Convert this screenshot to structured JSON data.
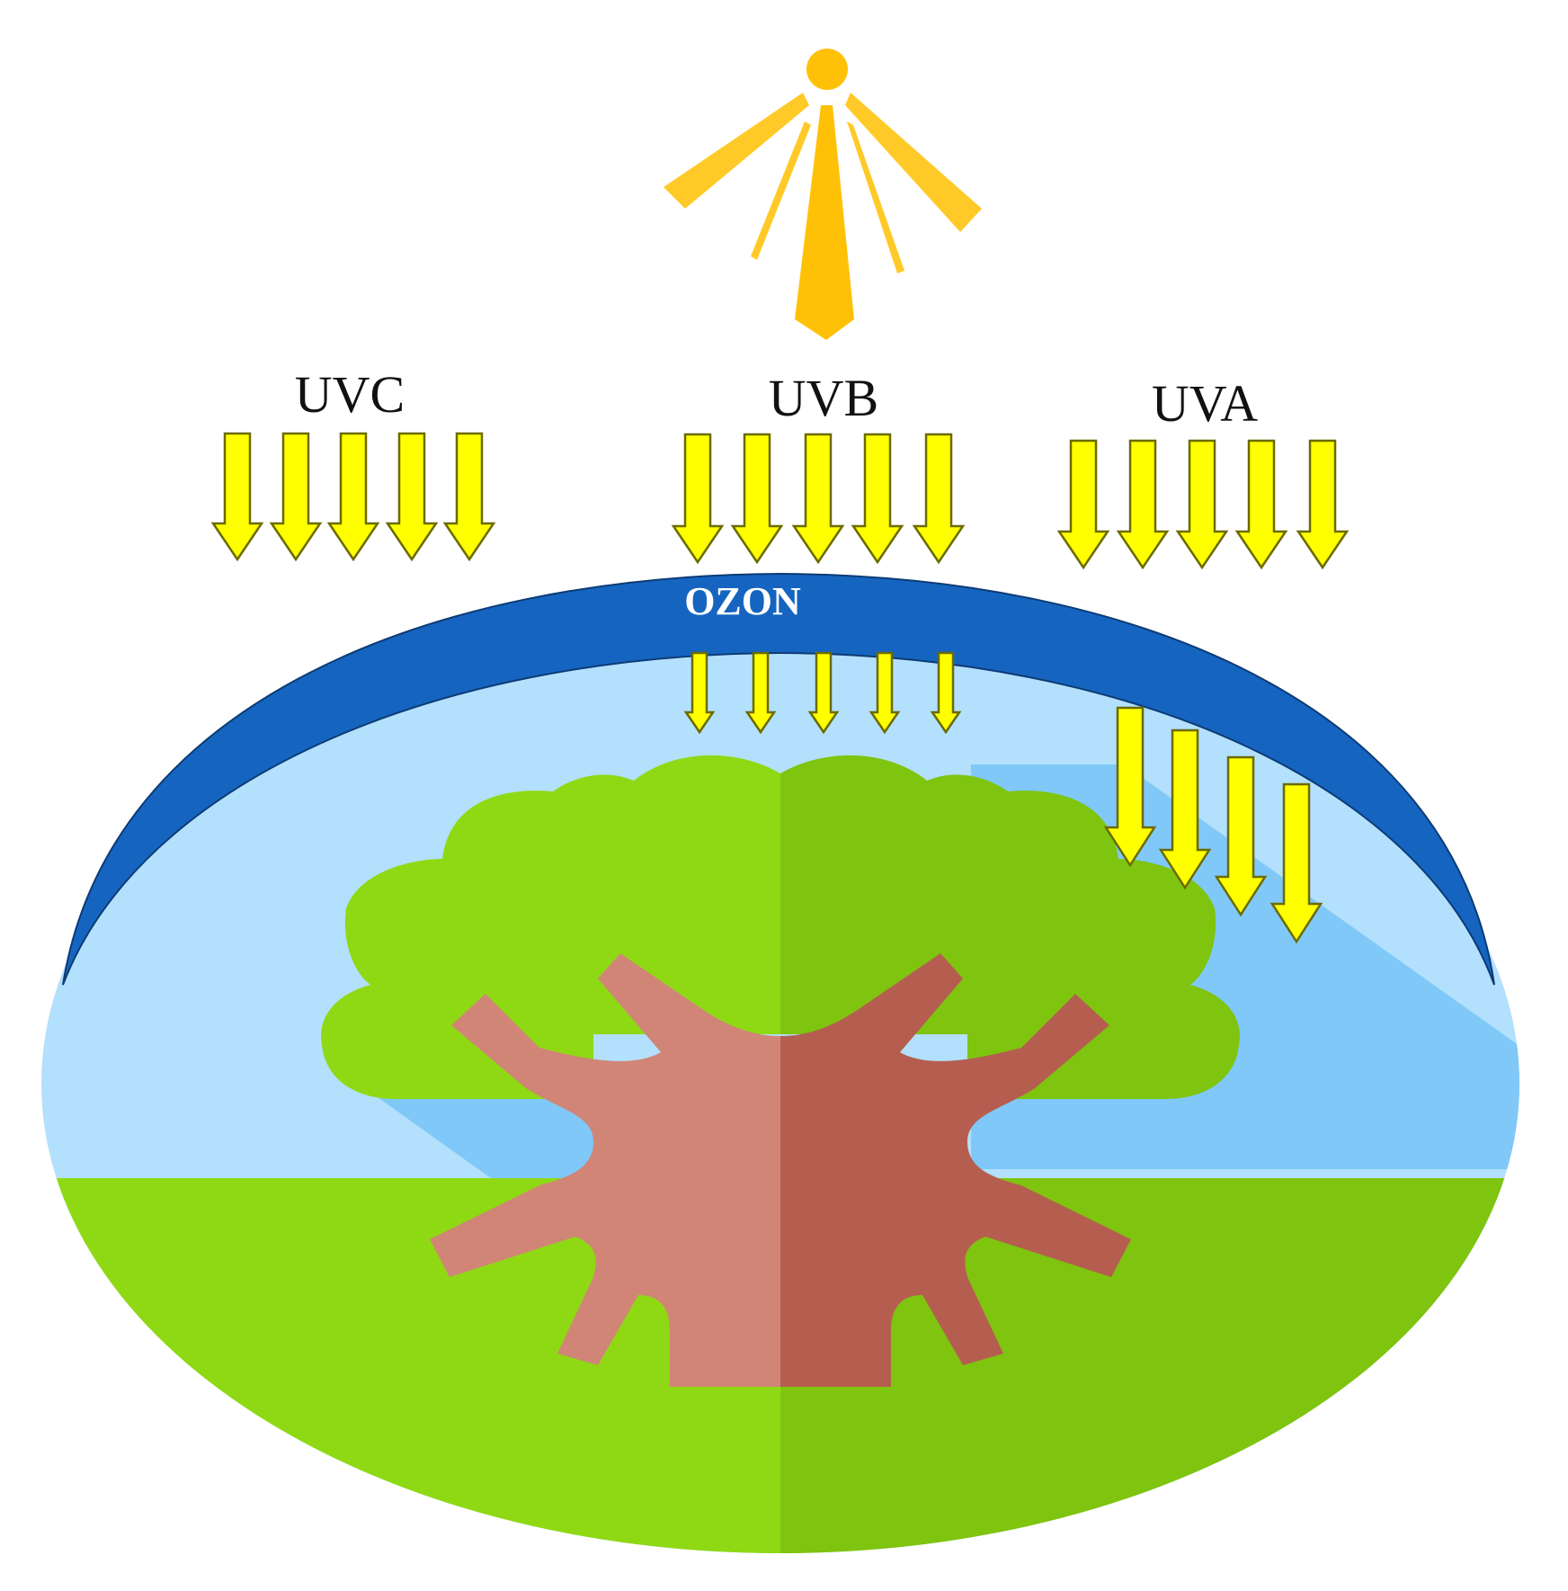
{
  "labels": {
    "uvc": "UVC",
    "uvb": "UVB",
    "uva": "UVA",
    "ozone": "OZON"
  },
  "colors": {
    "sun": "#FFC107",
    "sun_rays": "#FFCA28",
    "arrow_fill": "#FFFF00",
    "arrow_stroke": "#6B6B00",
    "ozone_layer": "#1565C0",
    "sky": "#B3E0FC",
    "shadow": "#7FC8F8",
    "ground_light": "#8FD914",
    "ground_dark": "#7FC40E",
    "canopy_light": "#8FD914",
    "canopy_dark": "#7FC40E",
    "trunk_light": "#D08577",
    "trunk_dark": "#B55E50",
    "text": "#111111",
    "ozone_text": "#FFFFFF"
  },
  "icons": [
    "sun-icon",
    "tree-icon"
  ]
}
